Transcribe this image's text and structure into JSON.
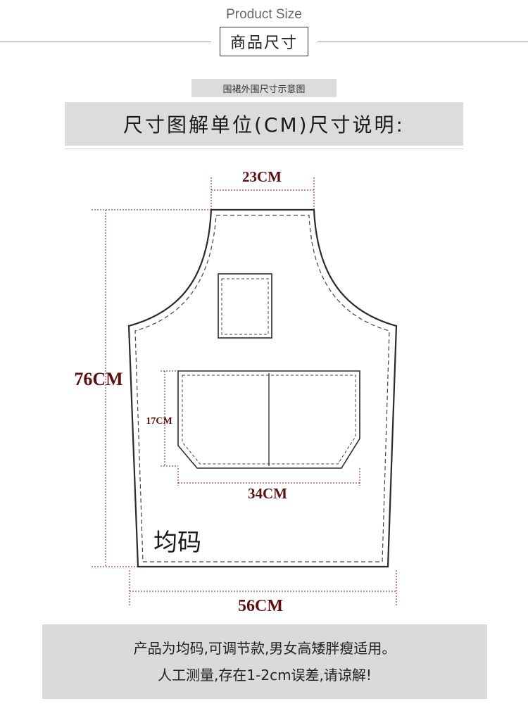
{
  "header": {
    "title_en": "Product Size",
    "title_cn": "商品尺寸"
  },
  "sub_label": "围裙外围尺寸示意图",
  "banner": "尺寸图解单位(CM)尺寸说明:",
  "diagram": {
    "neck_width": "23CM",
    "total_length": "76CM",
    "pocket_height": "17CM",
    "pocket_width": "34CM",
    "bottom_width": "56CM",
    "size_tag": "均码"
  },
  "notes": {
    "line1": "产品为均码,可调节款,男女高矮胖瘦适用。",
    "line2": "人工测量,存在1-2cm误差,请谅解!"
  },
  "colors": {
    "dimension_text": "#5c1010",
    "guide_lines": "#8b1a1a",
    "panel_gray": "#dcdcdc"
  }
}
